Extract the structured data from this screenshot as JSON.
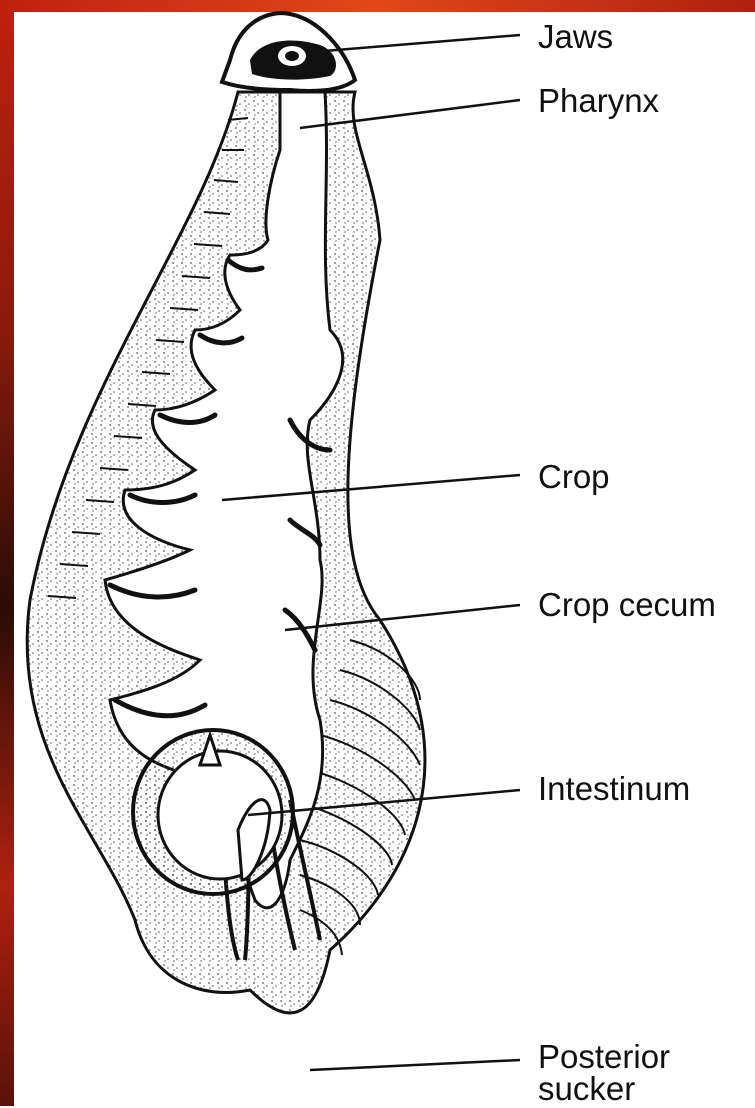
{
  "colors": {
    "frame": "#c0200f",
    "ink": "#111111",
    "paper": "#ffffff",
    "stipple": "#555555"
  },
  "labels": {
    "jaws": "Jaws",
    "pharynx": "Pharynx",
    "crop": "Crop",
    "crop_cecum": "Crop cecum",
    "intestinum": "Intestinum",
    "posterior": "Posterior",
    "sucker": "sucker"
  }
}
